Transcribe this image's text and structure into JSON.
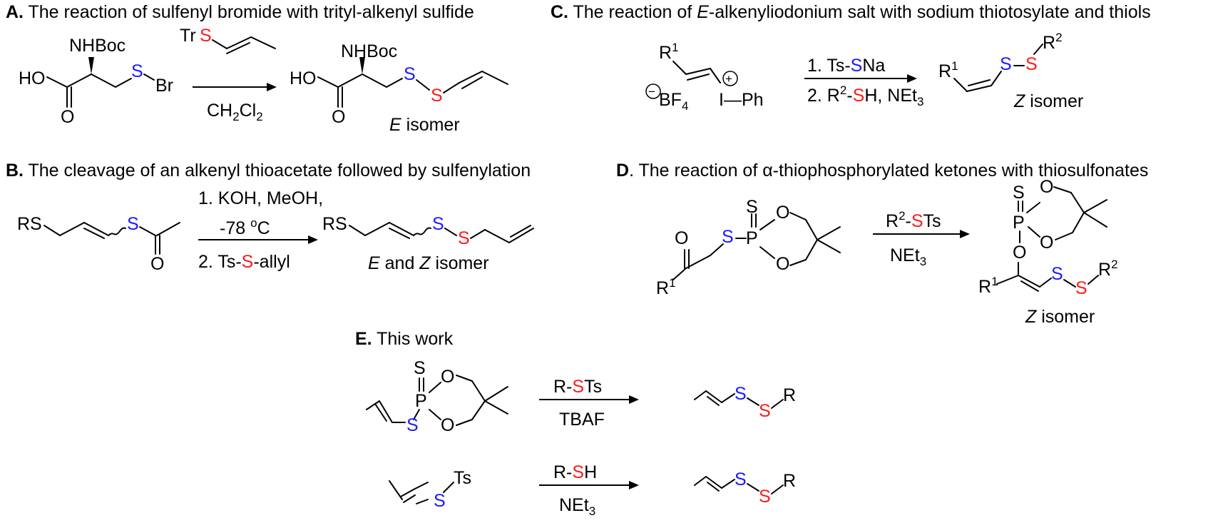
{
  "colors": {
    "blue_sulfur": "#1a1aff",
    "red_sulfur": "#ff1a1a",
    "ink": "#000000"
  },
  "panels": {
    "A": {
      "letter": "A.",
      "title": "The reaction of sulfenyl bromide with trityl-alkenyl sulfide",
      "nhboc": "NHBoc",
      "ho": "HO",
      "o": "O",
      "s": "S",
      "br": "Br",
      "tr": "Tr",
      "solvent_main": "CH",
      "solvent_sub1": "2",
      "solvent_mid": "Cl",
      "solvent_sub2": "2",
      "isomer_letter": "E",
      "isomer_word": " isomer"
    },
    "B": {
      "letter": "B.",
      "title": "The cleavage of an alkenyl thioacetate followed by sulfenylation",
      "rs": "RS",
      "s": "S",
      "o": "O",
      "cond1": "1. KOH, MeOH,",
      "cond2_pre": "-78 ",
      "cond2_sup": "o",
      "cond2_post": "C",
      "cond3_pre": "2. Ts-",
      "cond3_s": "S",
      "cond3_post": "-allyl",
      "isomer_e": "E",
      "isomer_and": " and ",
      "isomer_z": "Z",
      "isomer_word": " isomer"
    },
    "C": {
      "letter": "C.",
      "title_pre": "The reaction of ",
      "title_italic": "E",
      "title_post": "-alkenyliodonium salt with sodium thiotosylate and thiols",
      "r": "R",
      "sup1": "1",
      "sup2": "2",
      "bf": "BF",
      "bf_sub": "4",
      "minus": "−",
      "plus": "+",
      "i_ph": "I—Ph",
      "cond1_pre": "1. Ts-",
      "cond1_s": "S",
      "cond1_post": "Na",
      "cond2_pre": "2. R",
      "cond2_sup": "2",
      "cond2_dash": "-",
      "cond2_s": "S",
      "cond2_post": "H, NEt",
      "cond2_sub": "3",
      "s": "S",
      "isomer_letter": "Z",
      "isomer_word": " isomer"
    },
    "D": {
      "letter": "D",
      "title_pre": ". The reaction of ",
      "title_alpha": "α",
      "title_post": "-thiophosphorylated ketones with thiosulfonates",
      "s": "S",
      "o": "O",
      "p": "P",
      "r": "R",
      "sup1": "1",
      "sup2": "2",
      "reagent_r": "R",
      "reagent_sup": "2",
      "reagent_dash": "-",
      "reagent_s": "S",
      "reagent_ts": "Ts",
      "base": "NEt",
      "base_sub": "3",
      "isomer_letter": "Z",
      "isomer_word": " isomer"
    },
    "E": {
      "letter": "E.",
      "title": " This work",
      "s": "S",
      "o": "O",
      "p": "P",
      "r": "R",
      "ts": "Ts",
      "rxn1_pre": "R-",
      "rxn1_s": "S",
      "rxn1_post": "Ts",
      "rxn1_below": "TBAF",
      "rxn2_pre": "R-",
      "rxn2_s": "S",
      "rxn2_post": "H",
      "rxn2_below": "NEt",
      "rxn2_sub": "3"
    }
  }
}
